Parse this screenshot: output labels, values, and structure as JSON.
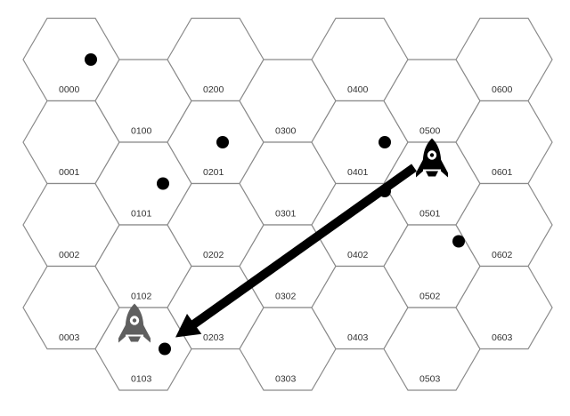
{
  "board": {
    "hexes": [
      {
        "id": "0000",
        "label": "0000"
      },
      {
        "id": "0001",
        "label": "0001"
      },
      {
        "id": "0002",
        "label": "0002"
      },
      {
        "id": "0003",
        "label": "0003"
      },
      {
        "id": "0100",
        "label": "0100"
      },
      {
        "id": "0101",
        "label": "0101"
      },
      {
        "id": "0102",
        "label": "0102"
      },
      {
        "id": "0103",
        "label": "0103"
      },
      {
        "id": "0200",
        "label": "0200"
      },
      {
        "id": "0201",
        "label": "0201"
      },
      {
        "id": "0202",
        "label": "0202"
      },
      {
        "id": "0203",
        "label": "0203"
      },
      {
        "id": "0300",
        "label": "0300"
      },
      {
        "id": "0301",
        "label": "0301"
      },
      {
        "id": "0302",
        "label": "0302"
      },
      {
        "id": "0303",
        "label": "0303"
      },
      {
        "id": "0400",
        "label": "0400"
      },
      {
        "id": "0401",
        "label": "0401"
      },
      {
        "id": "0402",
        "label": "0402"
      },
      {
        "id": "0403",
        "label": "0403"
      },
      {
        "id": "0500",
        "label": "0500"
      },
      {
        "id": "0501",
        "label": "0501"
      },
      {
        "id": "0502",
        "label": "0502"
      },
      {
        "id": "0503",
        "label": "0503"
      },
      {
        "id": "0600",
        "label": "0600"
      },
      {
        "id": "0601",
        "label": "0601"
      },
      {
        "id": "0602",
        "label": "0602"
      },
      {
        "id": "0603",
        "label": "0603"
      }
    ],
    "tokens": [
      {
        "hex": "0000"
      },
      {
        "hex": "0201"
      },
      {
        "hex": "0101"
      },
      {
        "hex": "0401"
      },
      {
        "hex": "0402"
      },
      {
        "hex": "0502"
      },
      {
        "hex": "0103"
      }
    ],
    "ships": [
      {
        "hex": "0501",
        "color": "#000000",
        "role": "origin"
      },
      {
        "hex": "0103",
        "color": "#5f5f5f",
        "role": "destination"
      }
    ],
    "move": {
      "from": "0501",
      "to": "0103",
      "color": "#000000"
    }
  }
}
